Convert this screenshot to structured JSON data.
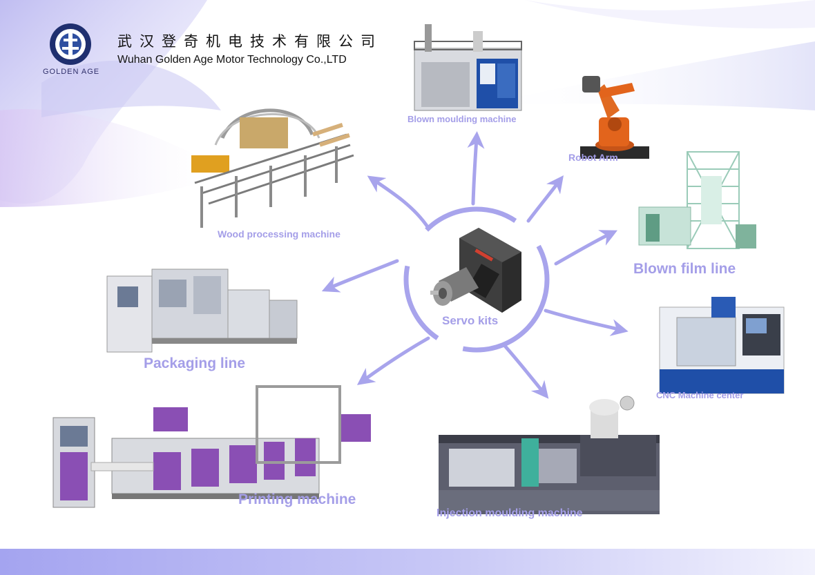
{
  "company": {
    "logo_text": "GOLDEN AGE",
    "name_cn": "武汉登奇机电技术有限公司",
    "name_en": "Wuhan Golden Age Motor Technology Co.,LTD"
  },
  "center": {
    "label": "Servo kits"
  },
  "machines": {
    "blown_moulding": "Blown moulding machine",
    "robot_arm": "Robot Arm",
    "wood_processing": "Wood processing machine",
    "blown_film": "Blown film line",
    "packaging": "Packaging line",
    "cnc": "CNC Machine center",
    "printing": "Printing machine",
    "injection": "Injection moulding machine"
  },
  "colors": {
    "accent": "#a49ee8",
    "arrow": "#a8a4ec",
    "purple_panel": "#8a4fb4",
    "blue_machine": "#1f4fa8",
    "robot_orange": "#e2641c"
  }
}
